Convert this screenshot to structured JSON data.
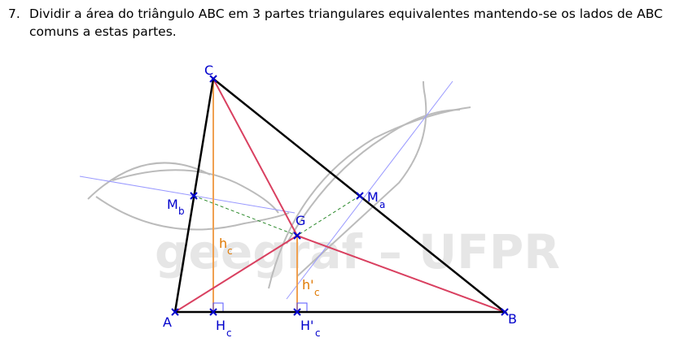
{
  "problem": {
    "number": "7.",
    "line1": "Dividir a área do triângulo ABC em 3 partes triangulares equivalentes mantendo-se os lados de ABC",
    "line2": "comuns a estas partes."
  },
  "watermark": "geegraf – UFPR",
  "points": {
    "A": "A",
    "B": "B",
    "C": "C",
    "G": "G",
    "Ma": "M",
    "Ma_sub": "a",
    "Mb": "M",
    "Mb_sub": "b",
    "Hc": "H",
    "Hc_sub": "c",
    "Hpc": "H'",
    "Hpc_sub": "c"
  },
  "heights": {
    "hc": "h",
    "hc_sub": "c",
    "hpc": "h'",
    "hpc_sub": "c"
  },
  "colors": {
    "triangle": "#000000",
    "medians": "#d94060",
    "heights": "#f0a050",
    "bisectors": "#9999ff",
    "arcs": "#bbbbbb",
    "dashed": "#2e8b2e",
    "points": "#0000cc",
    "right_angle": "#5555ff"
  }
}
